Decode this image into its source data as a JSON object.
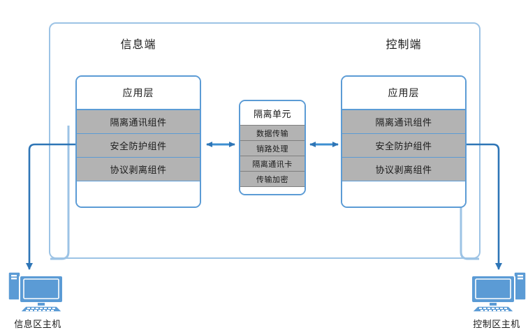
{
  "diagram": {
    "title_info_end": "信息端",
    "title_control_end": "控制端",
    "colors": {
      "frame_blue": "#9cc3e5",
      "box_blue": "#5b9bd5",
      "row_gray": "#b3b3b3",
      "arrow_blue": "#2e75b6",
      "icon_blue": "#5b9bd5",
      "text_dark": "#1a1a1a"
    }
  },
  "info_panel": {
    "header": "应用层",
    "rows": [
      {
        "label": "隔离通讯组件"
      },
      {
        "label": "安全防护组件"
      },
      {
        "label": "协议剥离组件"
      }
    ]
  },
  "control_panel": {
    "header": "应用层",
    "rows": [
      {
        "label": "隔离通讯组件"
      },
      {
        "label": "安全防护组件"
      },
      {
        "label": "协议剥离组件"
      }
    ]
  },
  "isolation_unit": {
    "header": "隔离单元",
    "rows": [
      {
        "label": "数据传输"
      },
      {
        "label": "销路处理"
      },
      {
        "label": "隔离通讯卡"
      },
      {
        "label": "传输加密"
      }
    ]
  },
  "hosts": {
    "left": {
      "caption": "信息区主机",
      "icon": "desktop-computer-icon"
    },
    "right": {
      "caption": "控制区主机",
      "icon": "desktop-computer-icon"
    }
  },
  "connectors": [
    {
      "name": "info-panel-to-unit",
      "type": "double-arrow"
    },
    {
      "name": "unit-to-control-panel",
      "type": "double-arrow"
    },
    {
      "name": "info-panel-to-info-host",
      "type": "single-arrow-down"
    },
    {
      "name": "control-panel-to-control-host",
      "type": "single-arrow-down"
    },
    {
      "name": "info-host-loop",
      "type": "rounded-line"
    },
    {
      "name": "control-host-loop",
      "type": "rounded-line"
    }
  ]
}
